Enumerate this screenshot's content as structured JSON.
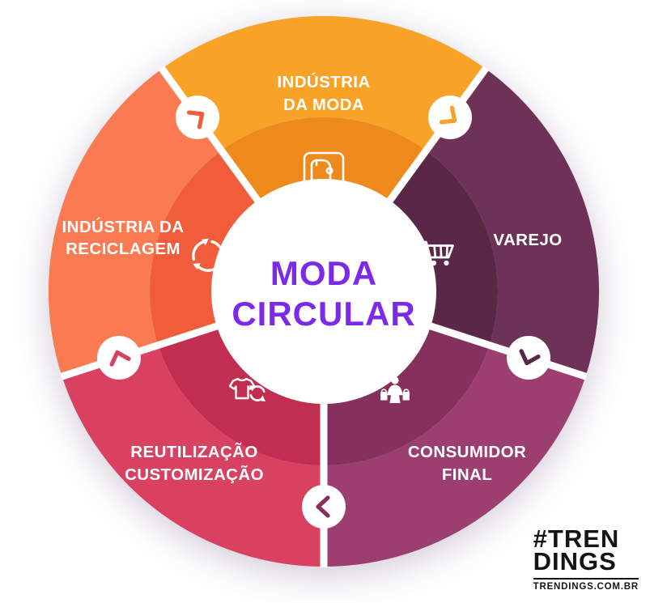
{
  "center": {
    "line1": "MODA",
    "line2": "CIRCULAR",
    "color": "#7C2AEA"
  },
  "segments": [
    {
      "name": "industria-da-moda",
      "label_lines": [
        "INDÚSTRIA",
        "DA MODA"
      ],
      "outer_color": "#F9A228",
      "inner_color": "#EE8A1C",
      "icon": "sewing-machine-icon"
    },
    {
      "name": "varejo",
      "label_lines": [
        "VAREJO"
      ],
      "outer_color": "#6E3157",
      "inner_color": "#5B2747",
      "icon": "shopping-cart-icon"
    },
    {
      "name": "consumidor-final",
      "label_lines": [
        "CONSUMIDOR",
        "FINAL"
      ],
      "outer_color": "#9C3E6F",
      "inner_color": "#86315D",
      "icon": "consumer-icon"
    },
    {
      "name": "reutilizacao-customizacao",
      "label_lines": [
        "REUTILIZAÇÃO",
        "CUSTOMIZAÇÃO"
      ],
      "outer_color": "#D8415F",
      "inner_color": "#C22E4F",
      "icon": "tshirt-recycle-icon"
    },
    {
      "name": "industria-da-reciclagem",
      "label_lines": [
        "INDÚSTRIA DA",
        "RECICLAGEM"
      ],
      "outer_color": "#FA7A52",
      "inner_color": "#F15D3A",
      "icon": "recycle-icon"
    }
  ],
  "flow_arrows": [
    {
      "from": "industria-da-moda",
      "to": "varejo",
      "color": "#F9A228"
    },
    {
      "from": "varejo",
      "to": "consumidor-final",
      "color": "#5B2747"
    },
    {
      "from": "consumidor-final",
      "to": "reutilizacao-customizacao",
      "color": "#86315D"
    },
    {
      "from": "reutilizacao-customizacao",
      "to": "industria-da-reciclagem",
      "color": "#D8415F"
    },
    {
      "from": "industria-da-reciclagem",
      "to": "industria-da-moda",
      "color": "#F15D3A"
    }
  ],
  "branding": {
    "logo_line1": "#TREN",
    "logo_line2": "DINGS",
    "url": "TRENDINGS.COM.BR"
  }
}
